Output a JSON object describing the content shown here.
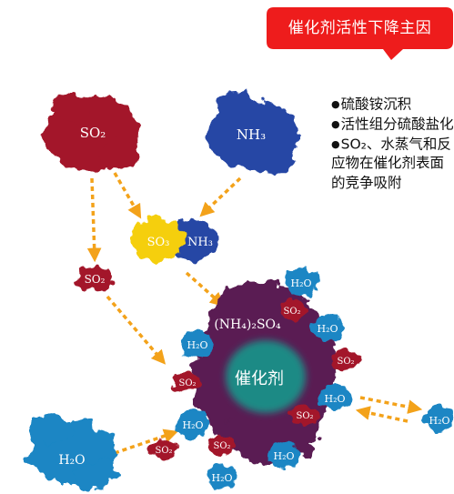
{
  "title": "催化剂活性下降主因",
  "notes": [
    {
      "bullet": "●",
      "text": "硫酸铵沉积"
    },
    {
      "bullet": "●",
      "text": "活性组分硫酸盐化"
    },
    {
      "bullet": "●",
      "text": "SO₂、水蒸气和反应物在催化剂表面的竞争吸附"
    }
  ],
  "labels": {
    "so2_source": "SO₂",
    "nh3_source": "NH₃",
    "so3": "SO₃",
    "nh3_small": "NH₃",
    "so2_mid": "SO₂",
    "ammonium_bisulfate": "(NH₄)₂SO₄",
    "catalyst": "催化剂",
    "h2o_source": "H₂O",
    "h2o": "H₂O",
    "so2": "SO₂"
  },
  "colors": {
    "title_bg": "#ee1c1c",
    "so2": "#a3182a",
    "nh3": "#2747a5",
    "so3": "#f5cf10",
    "catalyst_outer": "#5a1d52",
    "catalyst_inner": "#1f8a85",
    "h2o": "#1a86c4",
    "arrow": "#f3a21a"
  }
}
